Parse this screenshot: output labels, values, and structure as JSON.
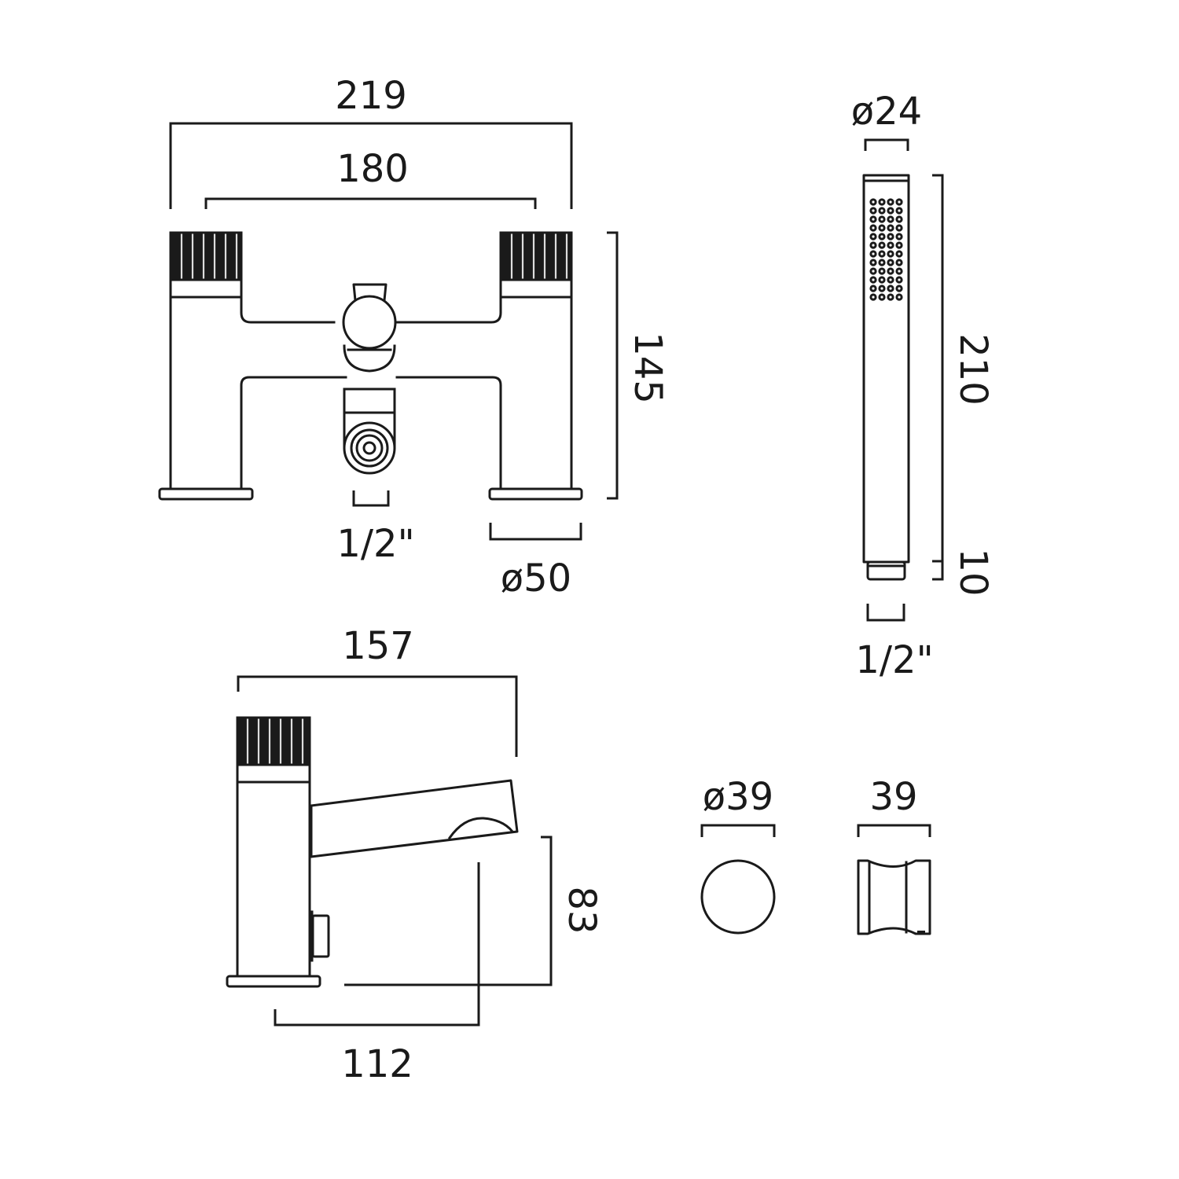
{
  "drawing": {
    "title": "Bath shower mixer technical dimension drawing",
    "units": "mm",
    "line_color": "#1a1a1a",
    "background": "#ffffff"
  },
  "front_view": {
    "overall_width": "219",
    "centres": "180",
    "height": "145",
    "inlet": "1/2\"",
    "base_diameter": "ø50"
  },
  "handset_view": {
    "head_diameter": "ø24",
    "length": "210",
    "connector_length": "10",
    "connector_thread": "1/2\""
  },
  "side_view": {
    "depth": "157",
    "spout_projection": "112",
    "spout_height": "83"
  },
  "wall_bracket": {
    "plan_diameter": "ø39",
    "side_width": "39"
  }
}
